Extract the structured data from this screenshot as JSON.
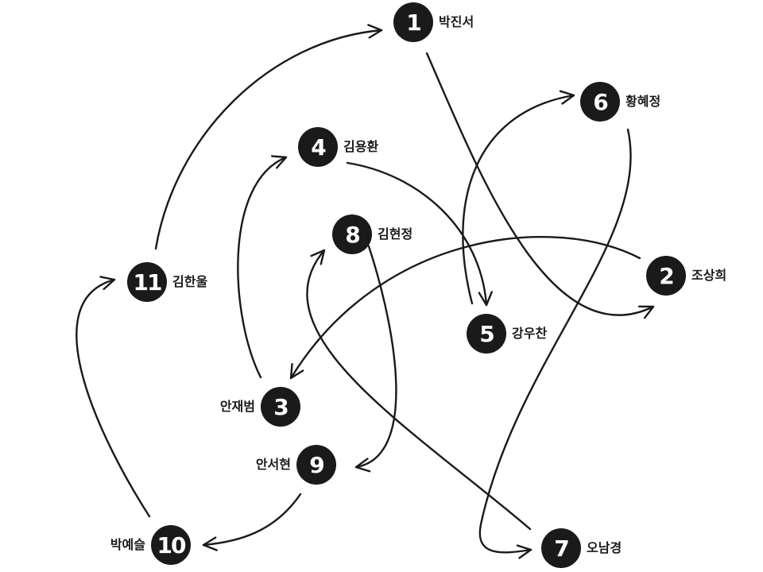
{
  "colors": {
    "ink": "#1a1a1a",
    "background": "#ffffff"
  },
  "nodes": [
    {
      "id": "1",
      "name": "박진서"
    },
    {
      "id": "2",
      "name": "조상희"
    },
    {
      "id": "3",
      "name": "안재범"
    },
    {
      "id": "4",
      "name": "김용환"
    },
    {
      "id": "5",
      "name": "강우찬"
    },
    {
      "id": "6",
      "name": "황혜정"
    },
    {
      "id": "7",
      "name": "오남경"
    },
    {
      "id": "8",
      "name": "김현정"
    },
    {
      "id": "9",
      "name": "안서현"
    },
    {
      "id": "10",
      "name": "박예슬"
    },
    {
      "id": "11",
      "name": "김한울"
    }
  ],
  "edges": [
    {
      "from": "1",
      "to": "2"
    },
    {
      "from": "2",
      "to": "3"
    },
    {
      "from": "3",
      "to": "4"
    },
    {
      "from": "4",
      "to": "5"
    },
    {
      "from": "5",
      "to": "6"
    },
    {
      "from": "6",
      "to": "7"
    },
    {
      "from": "7",
      "to": "8"
    },
    {
      "from": "8",
      "to": "9"
    },
    {
      "from": "9",
      "to": "10"
    },
    {
      "from": "10",
      "to": "11"
    },
    {
      "from": "11",
      "to": "1"
    }
  ]
}
